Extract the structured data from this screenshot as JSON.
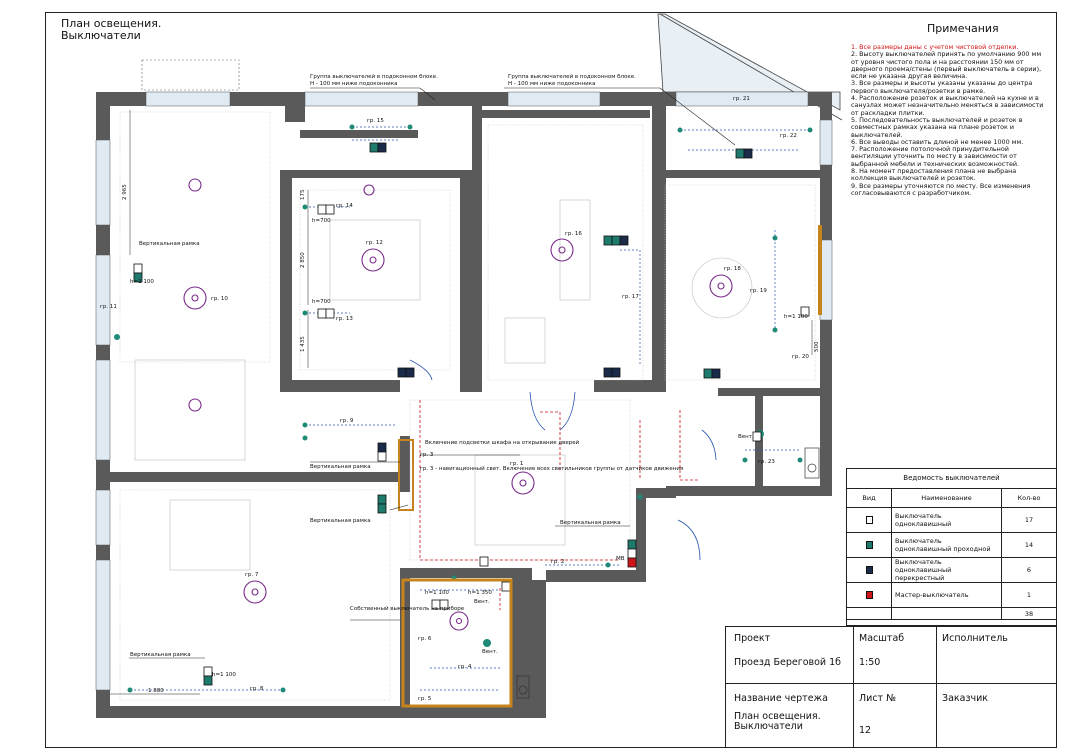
{
  "title": {
    "line1": "План освещения.",
    "line2": "Выключатели"
  },
  "notes": {
    "heading": "Примечания",
    "items": [
      "1. Все размеры даны с учетом чистовой отделки.",
      "2. Высоту выключателей принять по умолчанию 900 мм от уровня чистого пола и на расстоянии 150 мм от дверного проема/стены (первый выключатель в серии), если не указана другая величина.",
      "3. Все размеры и высоты указаны указаны до центра первого выключателя/розетки в рамке.",
      "4. Расположение розеток и выключателей на кухне и в санузлах может незначительно меняться в зависимости от раскладки плитки.",
      "5. Последовательность выключателей и розеток в совместных рамках указана на плане розеток и выключателей.",
      "6. Все выводы оставить длиной не менее 1000 мм.",
      "7. Расположение потолочной принудительной вентиляции уточнить по месту в зависимости от выбранной мебели и технических возможностей.",
      "8. На момент предоставления плана не выбрана коллекция выключателей и розеток.",
      "9. Все размеры уточняются по месту. Все изменения согласовываются с разработчиком."
    ]
  },
  "legend": {
    "heading": "Ведомость выключателей",
    "col_type": "Вид",
    "col_name": "Наименование",
    "col_qty": "Кол-во",
    "rows": [
      {
        "name": "Выключатель одноклавишный",
        "qty": "17",
        "color": "#ffffff"
      },
      {
        "name": "Выключатель одноклавишный проходной",
        "qty": "14",
        "color": "#1f7a6e"
      },
      {
        "name": "Выключатель одноклавишный перекрестный",
        "qty": "6",
        "color": "#1a2b4a"
      },
      {
        "name": "Мастер-выключатель",
        "qty": "1",
        "color": "#d0141b"
      }
    ],
    "total": "38"
  },
  "stamp": {
    "project_label": "Проект",
    "project_value": "Проезд Береговой 1б",
    "scale_label": "Масштаб",
    "scale_value": "1:50",
    "executor_label": "Исполнитель",
    "drawing_label": "Название чертежа",
    "drawing_value": "План освещения. Выключатели",
    "sheet_label": "Лист №",
    "sheet_value": "12",
    "customer_label": "Заказчик"
  },
  "plan_labels": {
    "group_window_1": "Группа выключателей в подоконном блоке.",
    "group_window_1b": "H - 100 мм ниже подоконника",
    "group_window_2": "Группа выключателей в подоконном блоке.",
    "group_window_2b": "H - 100 мм ниже подоконника",
    "vertical_frame": "Вертикальная рамка",
    "wardrobe_light": "Включение подсветки шкафа на открывание дверей",
    "grp3_note": "гр. 3 - навигационный свет. Включение всех светильников группы от датчиков движения",
    "own_switch": "Собственный выключатель на приборе",
    "h1100": "h=1 100",
    "h700": "h=700",
    "h1350": "h=1 350",
    "vent": "Вент.",
    "mv": "МВ",
    "dim_2965": "2 965",
    "dim_2850": "2 850",
    "dim_1435": "1 435",
    "dim_1880": "1 880",
    "dim_500": "500",
    "dim_175": "175",
    "groups": [
      "гр. 1",
      "гр. 2",
      "гр. 3",
      "гр. 4",
      "гр. 5",
      "гр. 6",
      "гр. 7",
      "гр. 8",
      "гр. 9",
      "гр. 10",
      "гр. 11",
      "гр. 12",
      "гр. 13",
      "гр. 14",
      "гр. 15",
      "гр. 16",
      "гр. 17",
      "гр. 18",
      "гр. 19",
      "гр. 20",
      "гр. 21",
      "гр. 22",
      "гр. 23"
    ]
  },
  "colors": {
    "wall": "#5a5a5a",
    "lamp": "#7a2a8a",
    "sensor": "#1f8a78",
    "dash": "#d0141b",
    "accent_door": "#2a55b0",
    "frame_highlight": "#c8841c"
  }
}
